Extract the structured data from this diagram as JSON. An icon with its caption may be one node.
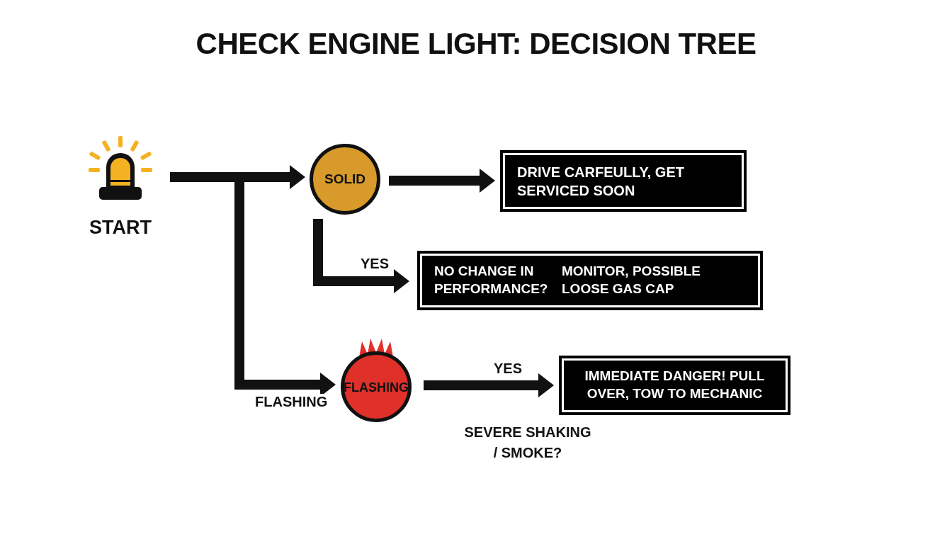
{
  "diagram": {
    "title": "CHECK ENGINE LIGHT: DECISION TREE",
    "nodes": [
      {
        "text": [
          "START"
        ]
      },
      {
        "text": [
          "SOLID"
        ]
      },
      {
        "text": [
          "DRIVE CARFEULLY, GET SERVICED SOON"
        ]
      },
      {
        "text": [
          "NO CHANGE IN PERFORMANCE?",
          "MONITOR, POSSIBLE LOOSE GAS CAP"
        ]
      },
      {
        "text": [
          "FLASHING"
        ]
      },
      {
        "text": [
          "IMMEDIATE DANGER! PULL OVER, TOW TO MECHANIC"
        ]
      }
    ],
    "edges": [
      {
        "from": 0,
        "to": 1,
        "arrow": "to"
      },
      {
        "from": 0,
        "to": 4,
        "arrow": "to",
        "label": "FLASHING"
      },
      {
        "from": 1,
        "to": 2,
        "arrow": "to"
      },
      {
        "from": 1,
        "to": 3,
        "arrow": "to",
        "label": "YES"
      },
      {
        "from": 4,
        "to": 5,
        "arrow": "to",
        "label": "YES"
      }
    ],
    "labels": [
      "SEVERE SHAKING / SMOKE?"
    ]
  }
}
